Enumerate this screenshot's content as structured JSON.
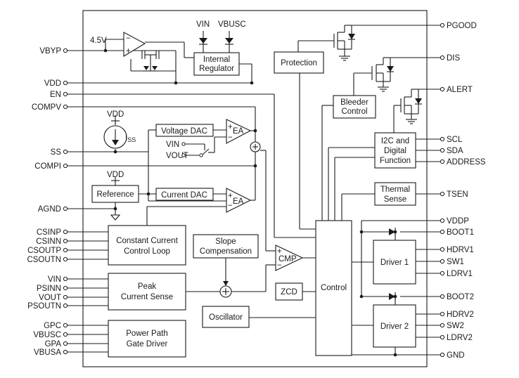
{
  "blocks": {
    "internal_regulator": [
      "Internal",
      "Regulator"
    ],
    "protection": "Protection",
    "bleeder_control": [
      "Bleeder",
      "Control"
    ],
    "i2c_digital": [
      "I2C and",
      "Digital",
      "Function"
    ],
    "thermal_sense": [
      "Thermal",
      "Sense"
    ],
    "voltage_dac": "Voltage DAC",
    "current_dac": "Current DAC",
    "reference": "Reference",
    "constant_current": [
      "Constant Current",
      "Control Loop"
    ],
    "slope_compensation": [
      "Slope",
      "Compensation"
    ],
    "peak_current_sense": [
      "Peak",
      "Current Sense"
    ],
    "power_path": [
      "Power Path",
      "Gate Driver"
    ],
    "oscillator": "Oscillator",
    "zcd": "ZCD",
    "control": "Control",
    "driver1": "Driver 1",
    "driver2": "Driver 2"
  },
  "labels": {
    "v45": "4.5V",
    "vin_top": "VIN",
    "vbusc_top": "VBUSC",
    "vdd_ss": "VDD",
    "iss_main": "I",
    "iss_sub": "SS",
    "vdd_ref": "VDD",
    "ea1": "EA",
    "ea2": "EA",
    "cmp": "CMP",
    "mux_vin": "VIN",
    "mux_vout": "VOUT",
    "plus": "+",
    "minus": "−"
  },
  "pins_left": [
    "VBYP",
    "VDD",
    "EN",
    "COMPV",
    "SS",
    "COMPI",
    "AGND",
    "CSINP",
    "CSINN",
    "CSOUTP",
    "CSOUTN",
    "VIN",
    "PSINN",
    "VOUT",
    "PSOUTN",
    "GPC",
    "VBUSC",
    "GPA",
    "VBUSA"
  ],
  "pins_right": [
    "PGOOD",
    "DIS",
    "ALERT",
    "SCL",
    "SDA",
    "ADDRESS",
    "TSEN",
    "VDDP",
    "BOOT1",
    "HDRV1",
    "SW1",
    "LDRV1",
    "BOOT2",
    "HDRV2",
    "SW2",
    "LDRV2",
    "GND"
  ]
}
